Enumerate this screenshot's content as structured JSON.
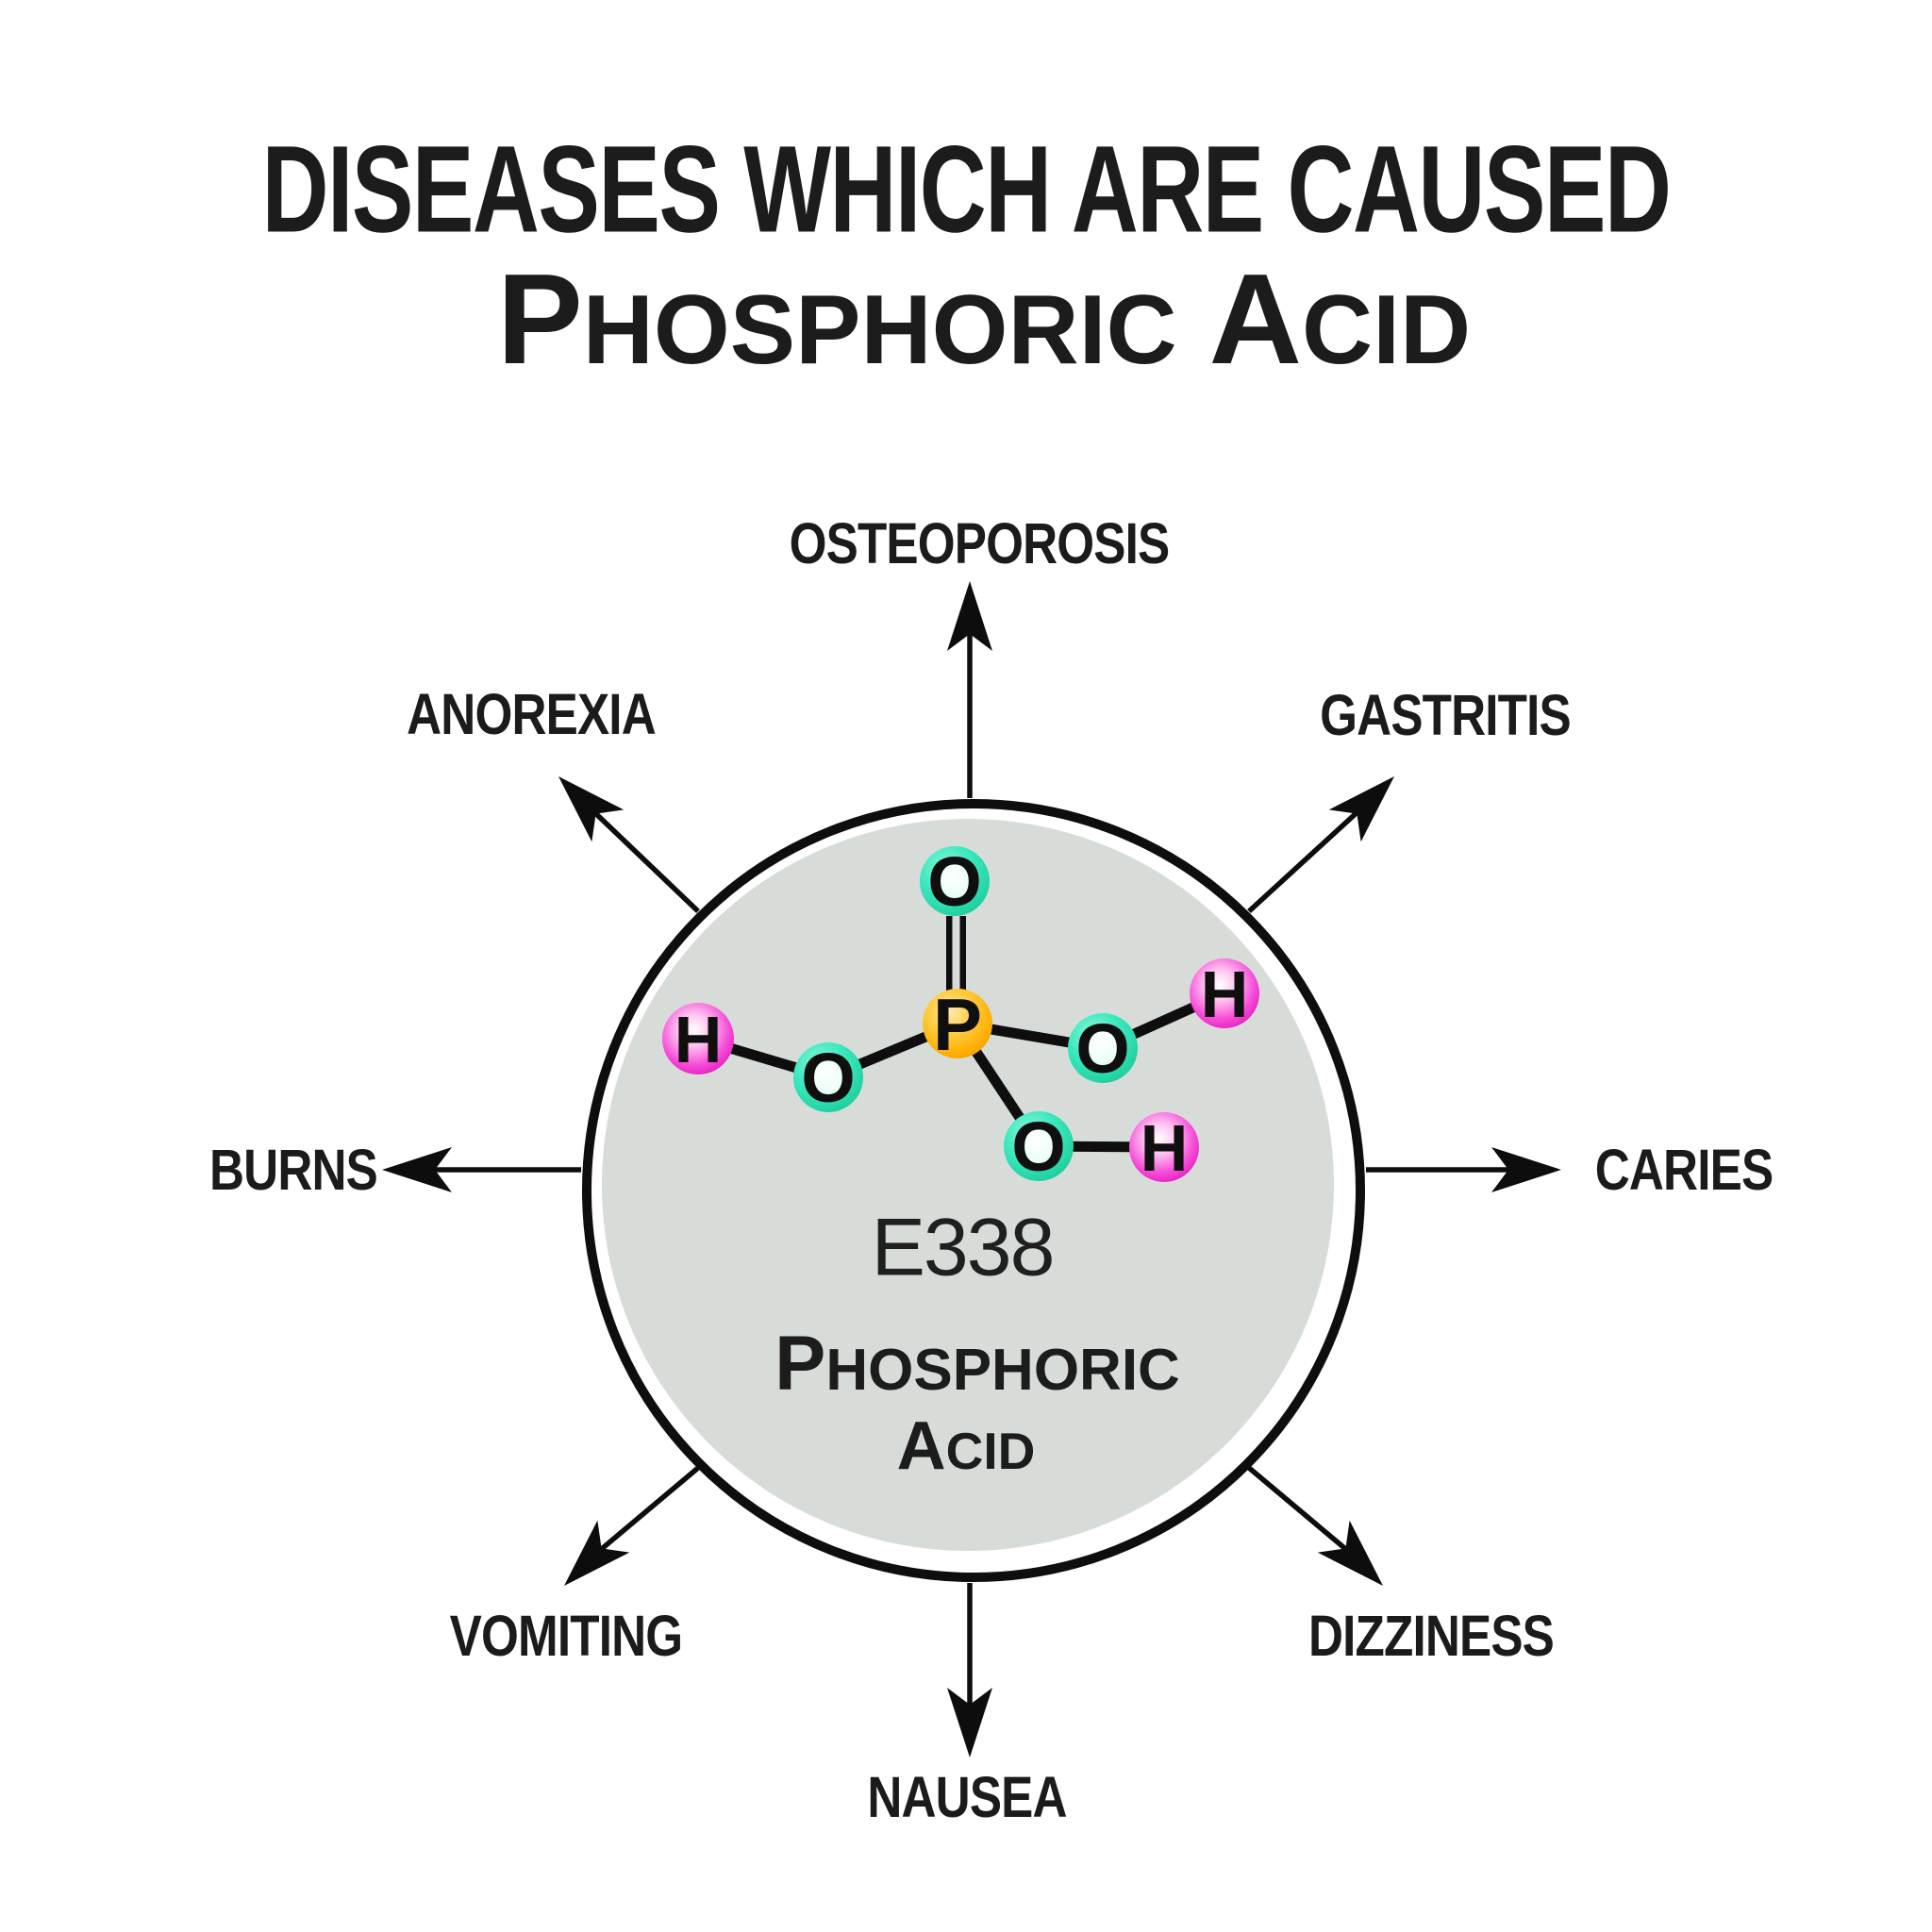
{
  "title": {
    "line1": "DISEASES WHICH ARE CAUSED",
    "line2_words": [
      "PHOSPHORIC",
      "ACID"
    ]
  },
  "spokes": {
    "top": "OSTEOPOROSIS",
    "top_right": "GASTRITIS",
    "right": "CARIES",
    "bottom_right": "DIZZINESS",
    "bottom": "NAUSEA",
    "bottom_left": "VOMITING",
    "left": "BURNS",
    "top_left": "ANOREXIA"
  },
  "circle": {
    "e_number": "E338",
    "name_words": [
      "PHOSPHORIC",
      "ACID"
    ]
  },
  "molecule": {
    "description": "phosphoric-acid-structural-formula",
    "atoms": [
      {
        "symbol": "O",
        "element": "oxygen"
      },
      {
        "symbol": "P",
        "element": "phosphorus"
      },
      {
        "symbol": "H",
        "element": "hydrogen"
      },
      {
        "symbol": "O",
        "element": "oxygen"
      },
      {
        "symbol": "O",
        "element": "oxygen"
      },
      {
        "symbol": "H",
        "element": "hydrogen"
      },
      {
        "symbol": "O",
        "element": "oxygen"
      },
      {
        "symbol": "H",
        "element": "hydrogen"
      }
    ]
  },
  "colors": {
    "ink": "#1b1b1b",
    "circle_fill": "#d8dcd9",
    "oxygen_ring": "#2ce4b6",
    "hydrogen_fill": "#ee25cd",
    "phosphorus_fill": "#ffb300"
  }
}
